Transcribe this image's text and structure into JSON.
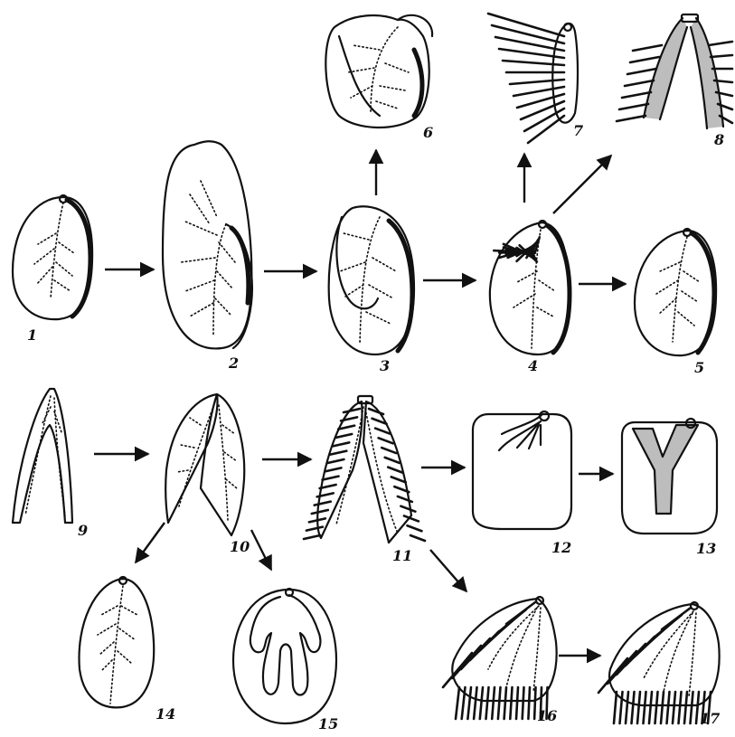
{
  "figure": {
    "labels": [
      "1",
      "2",
      "3",
      "4",
      "5",
      "6",
      "7",
      "8",
      "9",
      "10",
      "11",
      "12",
      "13",
      "14",
      "15",
      "16",
      "17"
    ]
  }
}
